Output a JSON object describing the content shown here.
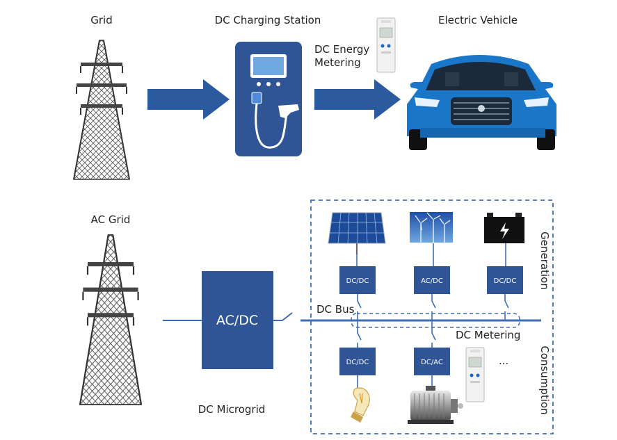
{
  "top": {
    "grid_label": "Grid",
    "station_label": "DC Charging Station",
    "vehicle_label": "Electric Vehicle",
    "metering_line1": "DC Energy",
    "metering_line2": "Metering"
  },
  "bottom": {
    "ac_grid_label": "AC Grid",
    "acdc_label": "AC/DC",
    "microgrid_label": "DC Microgrid",
    "bus_label": "DC Bus",
    "metering_label": "DC Metering",
    "generation_label": "Generation",
    "consumption_label": "Consumption",
    "ellipsis": "...",
    "gen_converters": [
      "DC/DC",
      "AC/DC",
      "DC/DC"
    ],
    "con_converters": [
      "DC/DC",
      "DC/AC"
    ]
  },
  "colors": {
    "primary": "#2f5597",
    "arrow": "#2b5a9e",
    "car": "#1a76c8",
    "bus": "#3f6db3"
  },
  "icons": [
    "transmission-tower-icon",
    "charging-station-icon",
    "energy-meter-icon",
    "car-icon",
    "solar-panel-icon",
    "wind-turbine-icon",
    "battery-icon",
    "light-bulb-icon",
    "motor-icon"
  ]
}
